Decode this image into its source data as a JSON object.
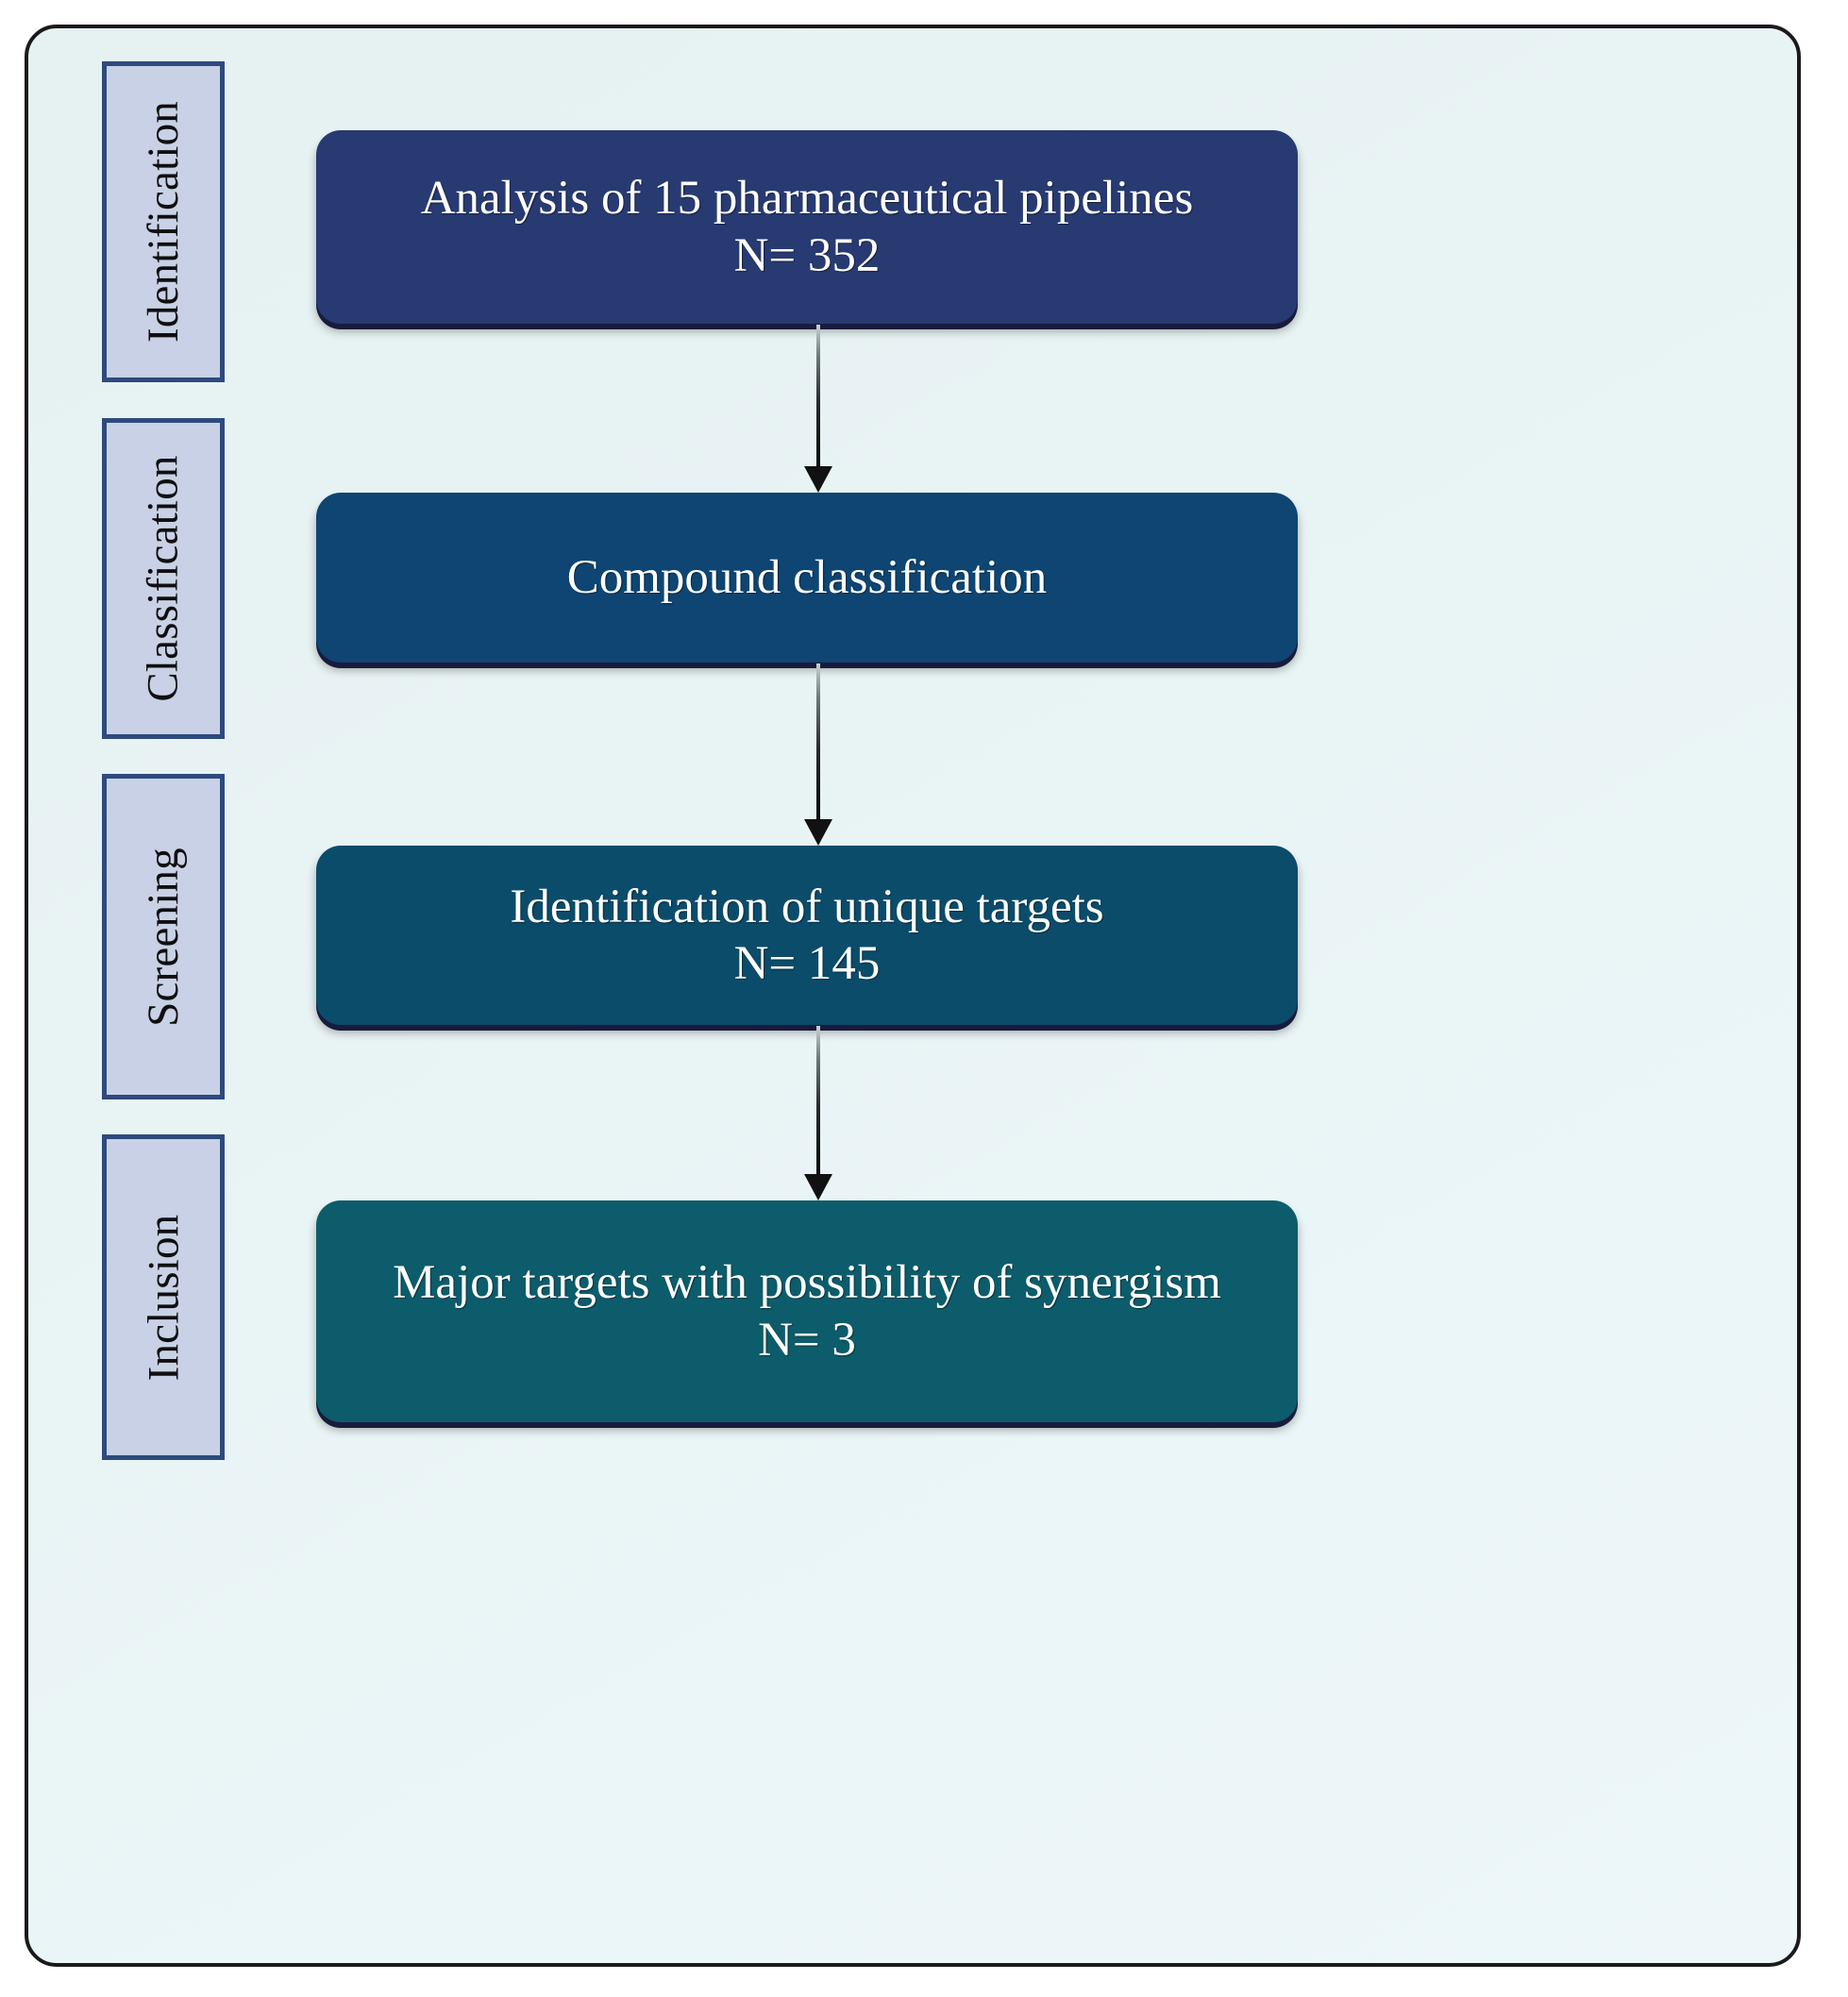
{
  "diagram": {
    "type": "flowchart",
    "title": "",
    "orientation": "vertical",
    "stages": [
      {
        "label": "Identification",
        "box_text_line1": "Analysis of 15 pharmaceutical pipelines",
        "box_text_line2": "N= 352",
        "count": 352,
        "box_color": "#283a72"
      },
      {
        "label": "Classification",
        "box_text_line1": "Compound classification",
        "box_text_line2": "",
        "count": null,
        "box_color": "#0e4572"
      },
      {
        "label": "Screening",
        "box_text_line1": "Identification of unique targets",
        "box_text_line2": "N= 145",
        "count": 145,
        "box_color": "#0b4c6b"
      },
      {
        "label": "Inclusion",
        "box_text_line1": "Major targets with possibility of synergism",
        "box_text_line2": "N= 3",
        "count": 3,
        "box_color": "#0d5c6b"
      }
    ],
    "connectors": [
      {
        "from": "Identification",
        "to": "Classification",
        "style": "arrow-down"
      },
      {
        "from": "Classification",
        "to": "Screening",
        "style": "arrow-down"
      },
      {
        "from": "Screening",
        "to": "Inclusion",
        "style": "arrow-down"
      }
    ],
    "colors": {
      "frame_border": "#1a1a1a",
      "canvas_background": "#e9f4f5",
      "stage_label_fill": "#c8d1e5",
      "stage_label_border": "#2e4a7d",
      "box_text": "#ffffff",
      "arrow": "#111111"
    }
  }
}
